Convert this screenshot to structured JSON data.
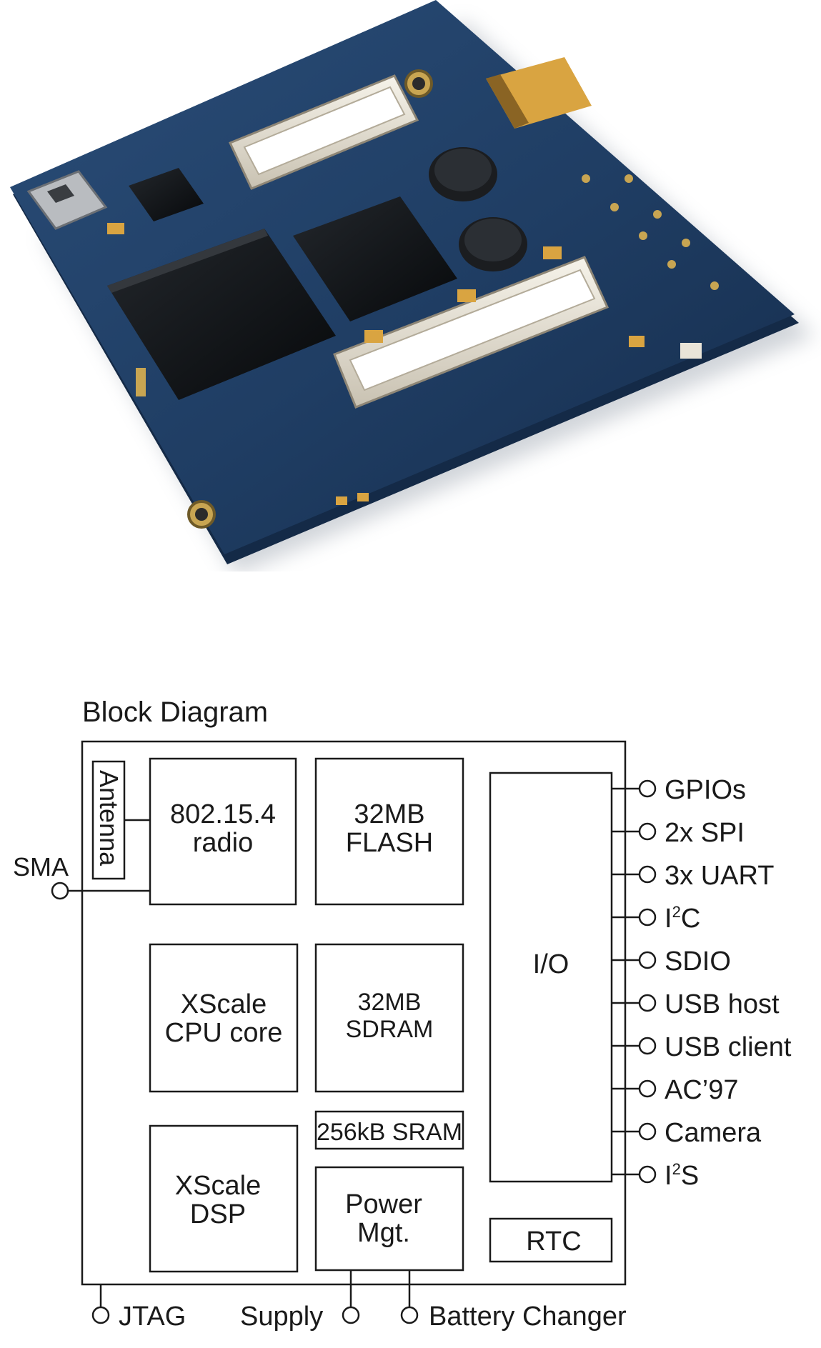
{
  "diagram": {
    "title": "Block Diagram",
    "blocks": {
      "antenna": "Antenna",
      "radio": [
        "802.15.4",
        "radio"
      ],
      "flash": [
        "32MB",
        "FLASH"
      ],
      "cpu": [
        "XScale",
        "CPU core"
      ],
      "sdram": [
        "32MB",
        "SDRAM"
      ],
      "sram": "256kB SRAM",
      "dsp": [
        "XScale",
        "DSP"
      ],
      "power": [
        "Power",
        "Mgt."
      ],
      "io": "I/O",
      "rtc": "RTC"
    },
    "ports": {
      "sma": "SMA",
      "jtag": "JTAG",
      "supply": "Supply",
      "battery": "Battery Changer"
    },
    "io_ports": [
      {
        "text": "GPIOs"
      },
      {
        "text": "2x SPI"
      },
      {
        "text": "3x UART"
      },
      {
        "base": "I",
        "sup": "2",
        "rest": "C"
      },
      {
        "text": "SDIO"
      },
      {
        "text": "USB host"
      },
      {
        "text": "USB client"
      },
      {
        "text": "AC’97"
      },
      {
        "text": "Camera"
      },
      {
        "base": "I",
        "sup": "2",
        "rest": "S"
      }
    ]
  },
  "colors": {
    "pcb": "#1f3d63",
    "pcb_dark": "#142a47",
    "chip": "#111418",
    "connector": "#e9e4d8",
    "gold": "#d9a441",
    "line": "#1a1a1a"
  }
}
